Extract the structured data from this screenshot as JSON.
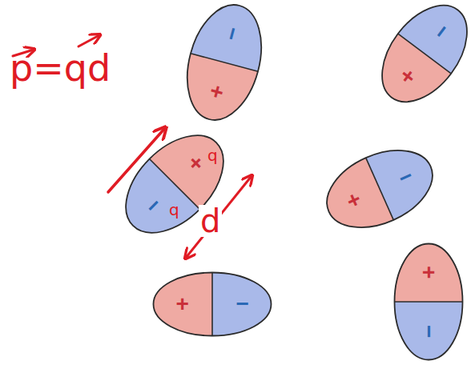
{
  "diagram": {
    "nodes": [
      {
        "text": [
          "−",
          "+"
        ]
      },
      {
        "text": [
          "−",
          "+"
        ]
      },
      {
        "text": [
          "+",
          "−"
        ]
      },
      {
        "text": [
          "+",
          "−"
        ]
      },
      {
        "text": [
          "+",
          "−"
        ]
      },
      {
        "text": [
          "+",
          "−"
        ]
      }
    ],
    "labels": [
      "p=qd",
      "q",
      "q",
      "d"
    ]
  }
}
